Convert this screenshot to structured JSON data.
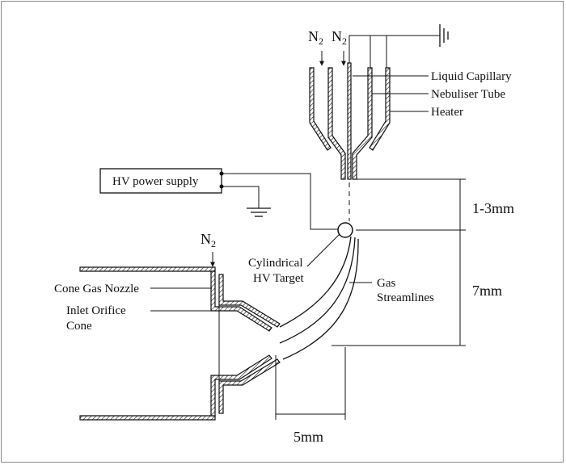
{
  "labels": {
    "n2_top_left": "N",
    "n2_top_right": "N",
    "n2_bottom": "N",
    "subscript_2": "2",
    "liquid_capillary": "Liquid Capillary",
    "nebuliser_tube": "Nebuliser Tube",
    "heater": "Heater",
    "hv_power_supply": "HV power supply",
    "cylindrical_line1": "Cylindrical",
    "cylindrical_line2": "HV Target",
    "gas_line1": "Gas",
    "gas_line2": "Streamlines",
    "cone_gas_nozzle": "Cone Gas Nozzle",
    "inlet_line1": "Inlet Orifice",
    "inlet_line2": "Cone"
  },
  "dimensions": {
    "gap_top": "1-3mm",
    "gap_mid": "7mm",
    "gap_bottom": "5mm"
  }
}
